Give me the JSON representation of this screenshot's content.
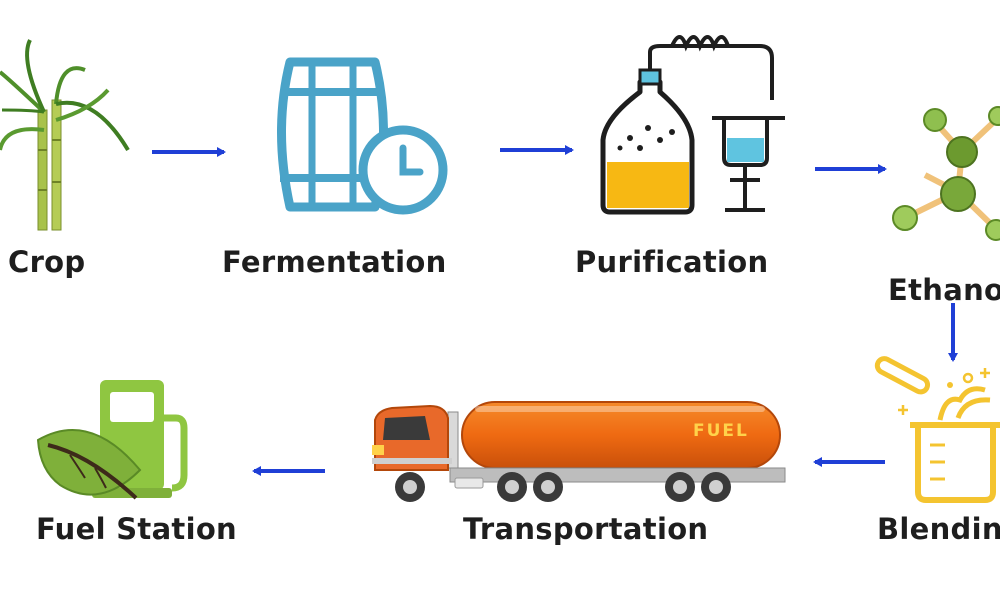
{
  "diagram": {
    "title": "",
    "steps": [
      {
        "label": "Crop",
        "icon": "sugarcane-icon"
      },
      {
        "label": "Fermentation",
        "icon": "barrel-clock-icon"
      },
      {
        "label": "Purification",
        "icon": "distillation-flask-icon"
      },
      {
        "label": "Ethanol",
        "icon": "molecule-icon"
      },
      {
        "label": "Blending",
        "icon": "beaker-blending-icon"
      },
      {
        "label": "Transportation",
        "icon": "fuel-tanker-truck-icon"
      },
      {
        "label": "Fuel Station",
        "icon": "green-fuel-pump-icon"
      }
    ],
    "tanker_text": "FUEL",
    "colors": {
      "arrow": "#1f3fd6",
      "barrel": "#4aa3c8",
      "liquid": "#f7b813",
      "leaf_green": "#7fb03a",
      "tanker_orange": "#ef6a12",
      "truck_cab": "#e8692a",
      "molecule_green": "#6c9a2f",
      "beaker_yellow": "#f4c430"
    }
  }
}
